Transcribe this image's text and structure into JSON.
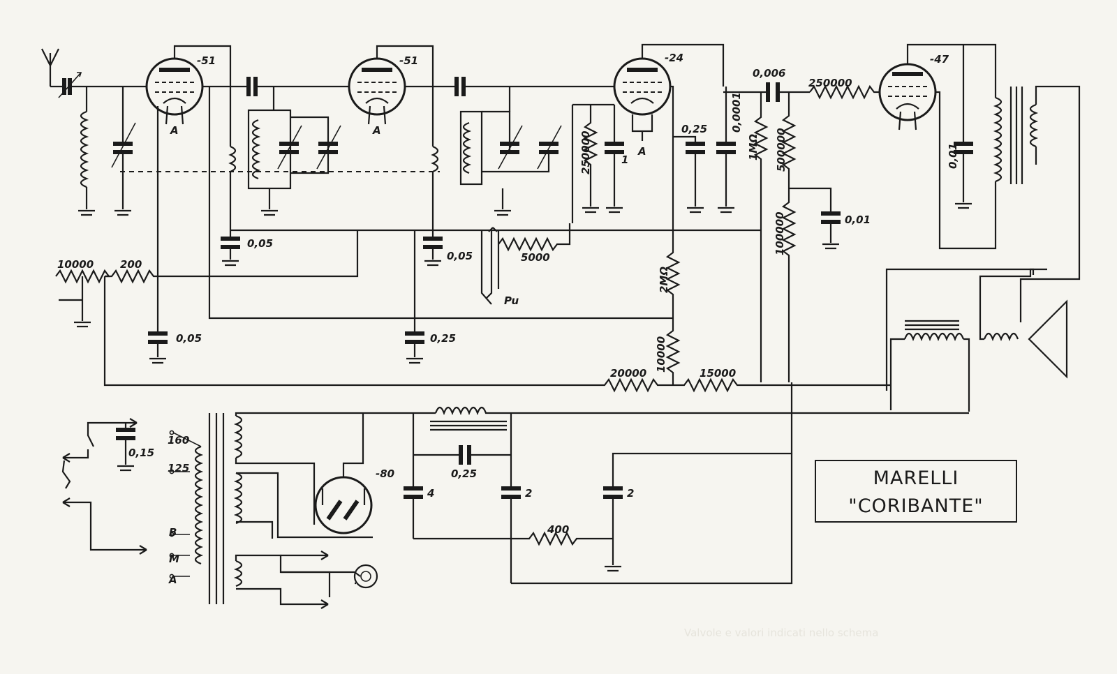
{
  "title": {
    "line1": "MARELLI",
    "line2": "\"CORIBANTE\""
  },
  "tubes": {
    "v1": "-51",
    "v2": "-51",
    "v3": "-24",
    "v4": "-47",
    "rect": "-80"
  },
  "values": {
    "c_grid_0006": "0,006",
    "r_grid_250000": "250000",
    "r_10000_in": "10000",
    "r_200": "200",
    "c_005_a": "0,05",
    "c_005_b": "0,05",
    "c_005_c": "0,05",
    "c_025_a": "0,25",
    "c_025_b": "0,25",
    "c_025_c": "0,25",
    "r_5000": "5000",
    "pu": "Pu",
    "r_250000_v": "250000",
    "c_1": "1",
    "c_00001": "0,0001",
    "r_1m": "1MΩ",
    "r_500000": "500000",
    "r_100000": "100000",
    "c_001": "0,01",
    "c_001_b": "0,01",
    "r_2m": "2MΩ",
    "r_10000_v": "10000",
    "r_20000": "20000",
    "r_15000": "15000",
    "c_015": "0,15",
    "tap_160": "160",
    "tap_125": "125",
    "tap_b": "B",
    "tap_m": "M",
    "tap_a": "A",
    "c_4": "4",
    "c_2_a": "2",
    "c_2_b": "2",
    "r_400": "400",
    "fil_a1": "A",
    "fil_a2": "A",
    "heater_a": "A"
  },
  "caption": "Valvole e valori indicati nello schema"
}
